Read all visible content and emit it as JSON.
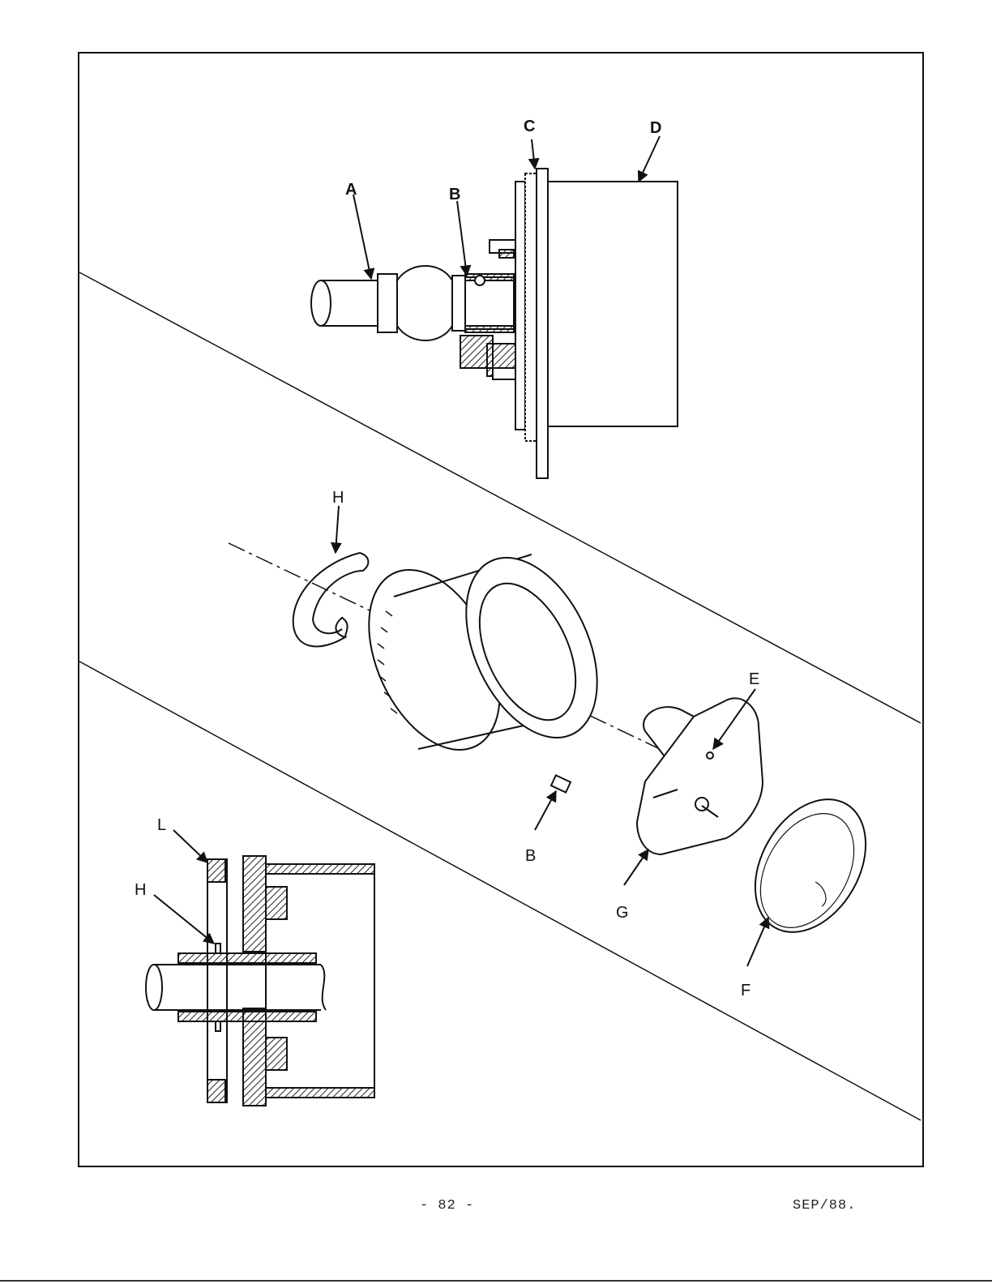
{
  "callouts": {
    "a": "A",
    "b_top": "B",
    "c": "C",
    "d": "D",
    "h_mid": "H",
    "e": "E",
    "b_mid": "B",
    "g": "G",
    "f": "F",
    "l": "L",
    "h_bot": "H"
  },
  "footer": {
    "page_number": "- 82 -",
    "date": "SEP/88."
  }
}
